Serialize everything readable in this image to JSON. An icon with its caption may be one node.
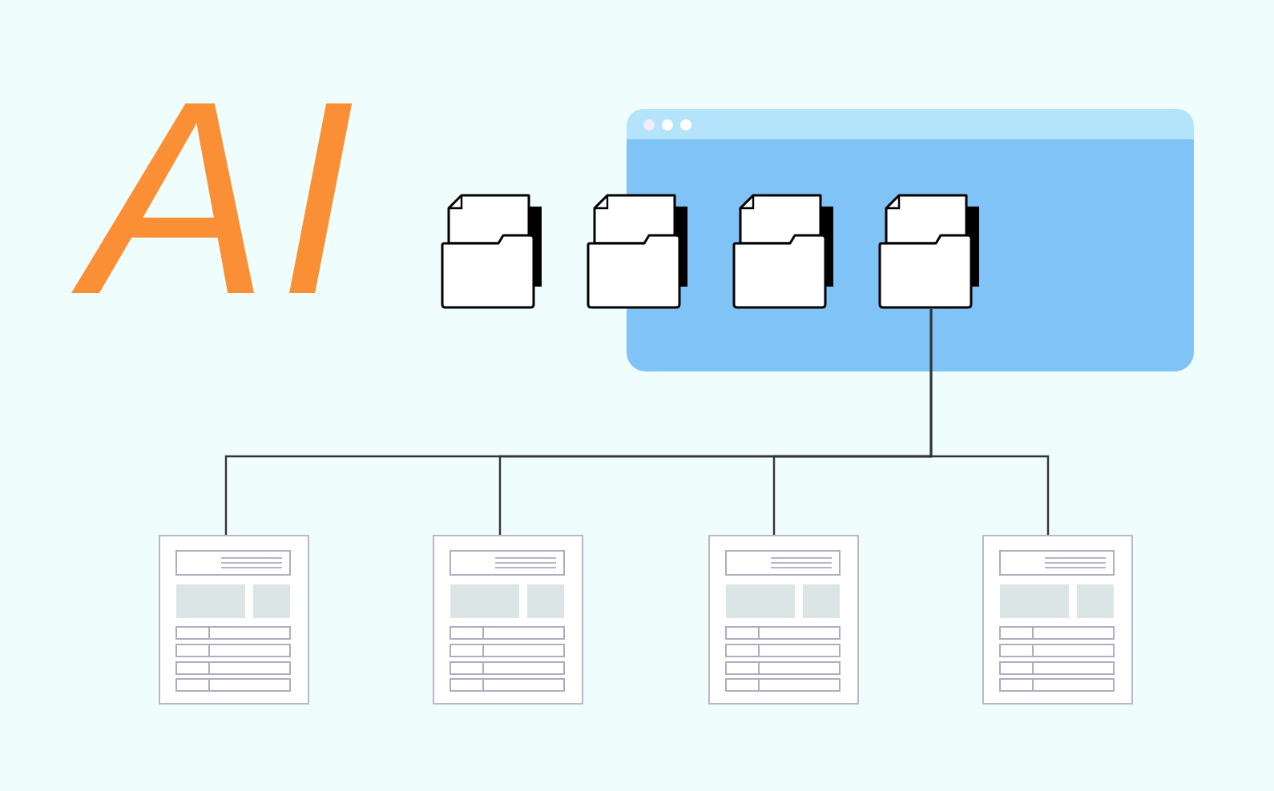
{
  "diagram": {
    "nodes": [
      {
        "text": [],
        "shape": "folder"
      },
      {
        "text": [],
        "shape": "folder"
      },
      {
        "text": [],
        "shape": "folder"
      },
      {
        "text": [],
        "shape": "folder"
      },
      {
        "text": [],
        "shape": "document"
      },
      {
        "text": [],
        "shape": "document"
      },
      {
        "text": [],
        "shape": "document"
      },
      {
        "text": [],
        "shape": "document"
      }
    ],
    "edges": [
      {
        "from": 3,
        "to": 4,
        "arrow": "none"
      },
      {
        "from": 3,
        "to": 5,
        "arrow": "none"
      },
      {
        "from": 3,
        "to": 6,
        "arrow": "none"
      },
      {
        "from": 3,
        "to": 7,
        "arrow": "none"
      }
    ],
    "labels": [
      "AI"
    ]
  }
}
